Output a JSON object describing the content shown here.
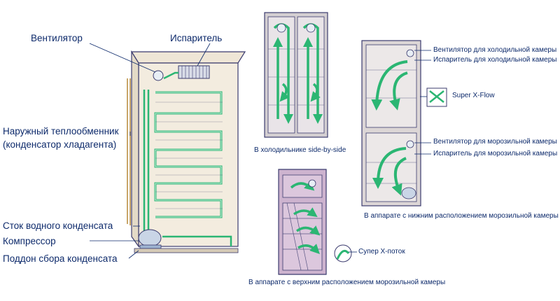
{
  "labels": {
    "fan": "Вентилятор",
    "evaporator": "Испаритель",
    "condenser_line1": "Наружный теплообменник",
    "condenser_line2": "(конденсатор хладагента)",
    "drain": "Сток водного конденсата",
    "compressor": "Компрессор",
    "drip_tray": "Поддон сбора конденсата"
  },
  "captions": {
    "side_by_side": "В холодильнике side-by-side",
    "top_freezer": "В аппарате с верхним расположением морозильной камеры",
    "bottom_freezer": "В аппарате с нижним расположением морозильной камеры"
  },
  "right_labels": {
    "fridge_fan": "Вентилятор для холодильной камеры",
    "fridge_evap": "Испаритель для холодильной камеры",
    "super_xflow": "Super X-Flow",
    "freezer_fan": "Вентилятор для морозильной камеры",
    "freezer_evap": "Испаритель для морозильной камеры"
  },
  "middle_labels": {
    "super_xpotok": "Супер X-поток"
  },
  "colors": {
    "text": "#0d2a6b",
    "outline": "#3b3b6e",
    "pipe": "#2bb673",
    "cabinet": "#f3ecdf",
    "cabinet_pink": "#cdb3cf",
    "cabinet_grey": "#dcd6d6"
  }
}
